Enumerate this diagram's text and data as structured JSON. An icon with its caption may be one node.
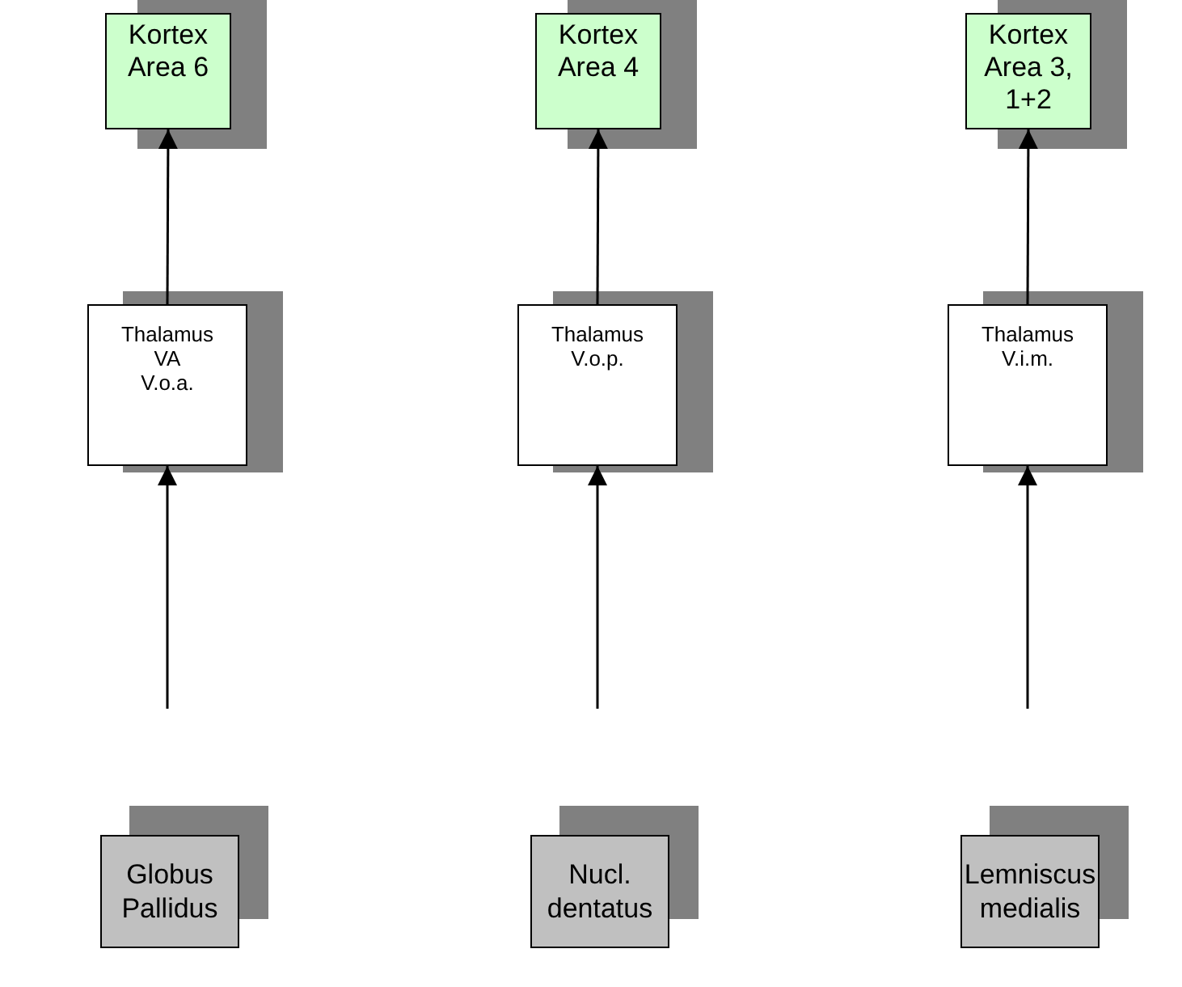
{
  "diagram": {
    "nodes": [
      {
        "text": [
          "Kortex Area 6"
        ]
      },
      {
        "text": [
          "Kortex Area 4"
        ]
      },
      {
        "text": [
          "Kortex Area 3, 1+2"
        ]
      },
      {
        "text": [
          "Thalamus",
          "VA",
          "V.o.a."
        ]
      },
      {
        "text": [
          "Thalamus",
          "V.o.p."
        ]
      },
      {
        "text": [
          "Thalamus",
          "V.i.m."
        ]
      },
      {
        "text": [
          "Globus Pallidus"
        ]
      },
      {
        "text": [
          "Nucl. dentatus"
        ]
      },
      {
        "text": [
          "Lemniscus medialis"
        ]
      }
    ],
    "edges": [
      {
        "from": 3,
        "to": 0,
        "arrow": "to"
      },
      {
        "from": 4,
        "to": 1,
        "arrow": "to"
      },
      {
        "from": 5,
        "to": 2,
        "arrow": "to"
      },
      {
        "from": null,
        "to": 3,
        "arrow": "to"
      },
      {
        "from": null,
        "to": 4,
        "arrow": "to"
      },
      {
        "from": null,
        "to": 5,
        "arrow": "to"
      }
    ]
  }
}
